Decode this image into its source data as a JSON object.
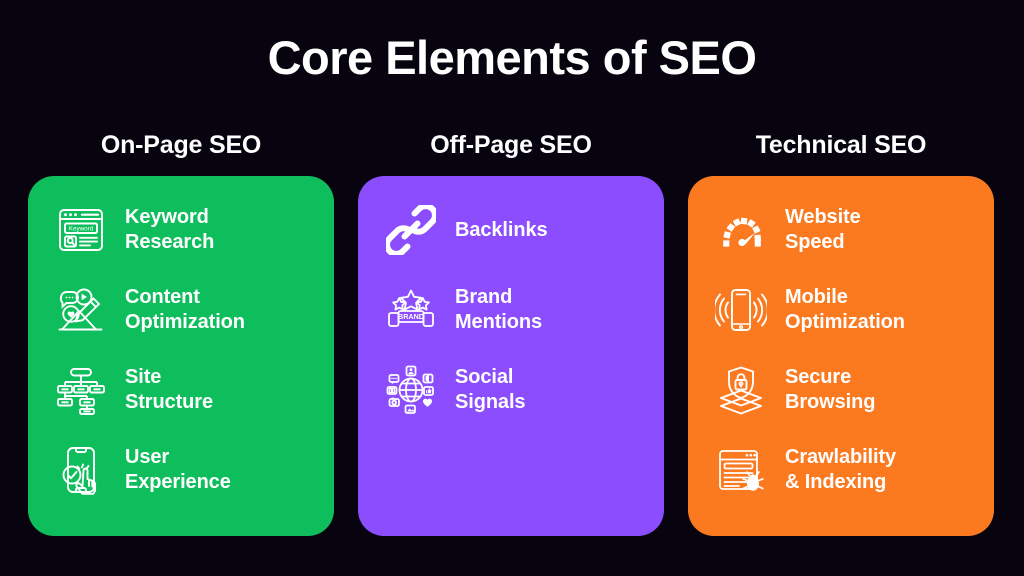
{
  "slide": {
    "title": "Core Elements of SEO",
    "background_color": "#07040f",
    "text_color": "#ffffff"
  },
  "columns": [
    {
      "heading": "On-Page SEO",
      "card_color": "#0ebe5c",
      "items": [
        {
          "icon": "keyword-research-icon",
          "label": "Keyword\nResearch"
        },
        {
          "icon": "content-optimization-icon",
          "label": "Content\nOptimization"
        },
        {
          "icon": "site-structure-icon",
          "label": "Site\nStructure"
        },
        {
          "icon": "user-experience-icon",
          "label": "User\nExperience"
        }
      ]
    },
    {
      "heading": "Off-Page SEO",
      "card_color": "#8b4dfd",
      "items": [
        {
          "icon": "backlinks-chain-icon",
          "label": "Backlinks"
        },
        {
          "icon": "brand-mentions-icon",
          "label": "Brand\nMentions"
        },
        {
          "icon": "social-signals-icon",
          "label": "Social\nSignals"
        }
      ]
    },
    {
      "heading": "Technical SEO",
      "card_color": "#fb7a20",
      "items": [
        {
          "icon": "website-speed-gauge-icon",
          "label": "Website\nSpeed"
        },
        {
          "icon": "mobile-optimization-icon",
          "label": "Mobile\nOptimization"
        },
        {
          "icon": "secure-browsing-shield-icon",
          "label": "Secure\nBrowsing"
        },
        {
          "icon": "crawlability-indexing-icon",
          "label": "Crawlability\n& Indexing"
        }
      ]
    }
  ]
}
